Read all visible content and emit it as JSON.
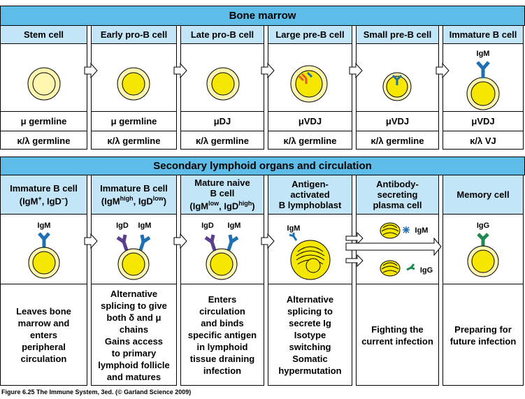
{
  "colors": {
    "band": "#5ebde8",
    "header": "#c2e6f7",
    "cell_fill": "#f5e700",
    "igm": "#1f6fb2",
    "igd": "#5b3f8c",
    "igg": "#1f8a4f"
  },
  "top": {
    "title": "Bone marrow",
    "stages": [
      {
        "name": "Stem cell",
        "heavy": "μ germline",
        "light": "κ/λ germline"
      },
      {
        "name": "Early pro-B cell",
        "heavy": "μ germline",
        "light": "κ/λ germline"
      },
      {
        "name": "Late pro-B cell",
        "heavy": "μDJ",
        "light": "κ/λ germline"
      },
      {
        "name": "Large pre-B cell",
        "heavy": "μVDJ",
        "light": "κ/λ germline"
      },
      {
        "name": "Small pre-B cell",
        "heavy": "μVDJ",
        "light": "κ/λ germline"
      },
      {
        "name": "Immature B cell",
        "heavy": "μVDJ",
        "light": "κ/λ VJ",
        "receptor": "IgM"
      }
    ]
  },
  "bottom": {
    "title": "Secondary lymphoid organs and circulation",
    "stages": [
      {
        "name": "Immature B cell",
        "sub_a": "IgM",
        "sub_a_sup": "+",
        "sub_b": "IgD",
        "sub_b_sup": "–",
        "receptors": [
          "IgM"
        ],
        "desc": "Leaves bone\nmarrow and\nenters\nperipheral\ncirculation"
      },
      {
        "name": "Immature B cell",
        "sub_a": "IgM",
        "sub_a_sup": "high",
        "sub_b": "IgD",
        "sub_b_sup": "low",
        "receptors": [
          "IgD",
          "IgM"
        ],
        "desc": "Alternative\nsplicing to give\nboth δ and μ\nchains\nGains access\nto primary\nlymphoid follicle\nand matures"
      },
      {
        "name_l1": "Mature naive",
        "name_l2": "B cell",
        "sub_a": "IgM",
        "sub_a_sup": "low",
        "sub_b": "IgD",
        "sub_b_sup": "high",
        "receptors": [
          "IgD",
          "IgM"
        ],
        "desc": "Enters\ncirculation\nand binds\nspecific antigen\nin lymphoid\ntissue draining\ninfection"
      },
      {
        "name_l1": "Antigen-",
        "name_l2": "activated",
        "name_l3": "B lymphoblast",
        "receptors": [
          "IgM"
        ],
        "desc": "Alternative\nsplicing to\nsecrete Ig\nIsotype\nswitching\nSomatic\nhypermutation"
      },
      {
        "name_l1": "Antibody-",
        "name_l2": "secreting",
        "name_l3": "plasma cell",
        "receptors": [
          "IgM",
          "IgG"
        ],
        "desc": "Fighting the\ncurrent infection"
      },
      {
        "name": "Memory cell",
        "receptors": [
          "IgG"
        ],
        "desc": "Preparing for\nfuture infection"
      }
    ]
  },
  "caption": "Figure 6.25  The Immune System, 3ed. (© Garland Science 2009)"
}
